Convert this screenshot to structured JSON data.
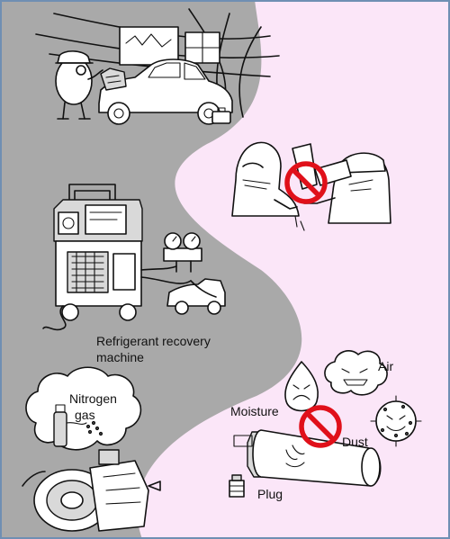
{
  "colors": {
    "gray_panel": "#a9a9a9",
    "pink_panel": "#fbe6f8",
    "border": "#6f8fb3",
    "prohibit_red": "#e0101a"
  },
  "icons": [
    "prohibition-icon",
    "moisture-droplet-icon",
    "air-cloud-icon",
    "dust-ball-icon"
  ],
  "labels": {
    "recovery_line1": "Refrigerant recovery",
    "recovery_line2": "machine",
    "nitrogen_line1": "Nitrogen",
    "nitrogen_line2": "gas",
    "air": "Air",
    "moisture": "Moisture",
    "dust": "Dust",
    "plug": "Plug"
  }
}
